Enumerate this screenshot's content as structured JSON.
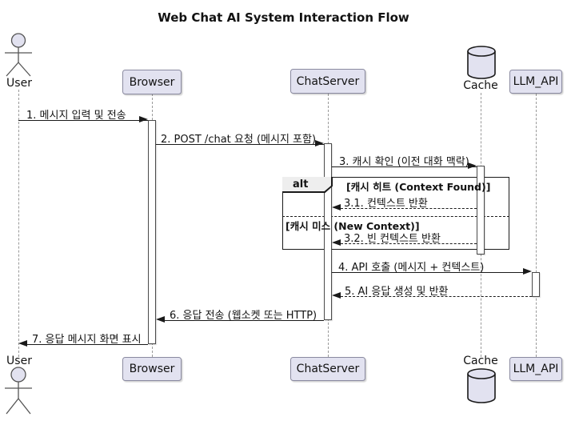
{
  "title": "Web Chat AI System Interaction Flow",
  "participants": [
    {
      "name": "User",
      "kind": "actor",
      "icon": "actor-icon"
    },
    {
      "name": "Browser",
      "kind": "participant"
    },
    {
      "name": "ChatServer",
      "kind": "participant"
    },
    {
      "name": "Cache",
      "kind": "database",
      "icon": "database-icon"
    },
    {
      "name": "LLM_API",
      "kind": "participant"
    }
  ],
  "messages": [
    {
      "label": "1. 메시지 입력 및 전송",
      "from": "User",
      "to": "Browser",
      "line": "solid"
    },
    {
      "label": "2. POST /chat 요청 (메시지 포함)",
      "from": "Browser",
      "to": "ChatServer",
      "line": "solid"
    },
    {
      "label": "3. 캐시 확인 (이전 대화 맥락)",
      "from": "ChatServer",
      "to": "Cache",
      "line": "solid"
    },
    {
      "label": "3.1. 컨텍스트 반환",
      "from": "Cache",
      "to": "ChatServer",
      "line": "dashed"
    },
    {
      "label": "3.2. 빈 컨텍스트 반환",
      "from": "Cache",
      "to": "ChatServer",
      "line": "dashed"
    },
    {
      "label": "4. API 호출 (메시지 + 컨텍스트)",
      "from": "ChatServer",
      "to": "LLM_API",
      "line": "solid"
    },
    {
      "label": "5. AI 응답 생성 및 반환",
      "from": "LLM_API",
      "to": "ChatServer",
      "line": "dashed"
    },
    {
      "label": "6. 응답 전송 (웹소켓 또는 HTTP)",
      "from": "ChatServer",
      "to": "Browser",
      "line": "solid"
    },
    {
      "label": "7. 응답 메시지 화면 표시",
      "from": "Browser",
      "to": "User",
      "line": "solid"
    }
  ],
  "alt": {
    "operator": "alt",
    "conditions": [
      "[캐시 히트 (Context Found)]",
      "[캐시 미스 (New Context)]"
    ]
  },
  "colors": {
    "participant_fill": "#E2E2F0",
    "participant_border": "#8a8aa0",
    "frame_border": "#1a1a1a",
    "alt_operator_bg": "#eeeeee",
    "lifeline": "#9a9a9a",
    "activation_fill": "#ffffff",
    "background": "#ffffff"
  }
}
